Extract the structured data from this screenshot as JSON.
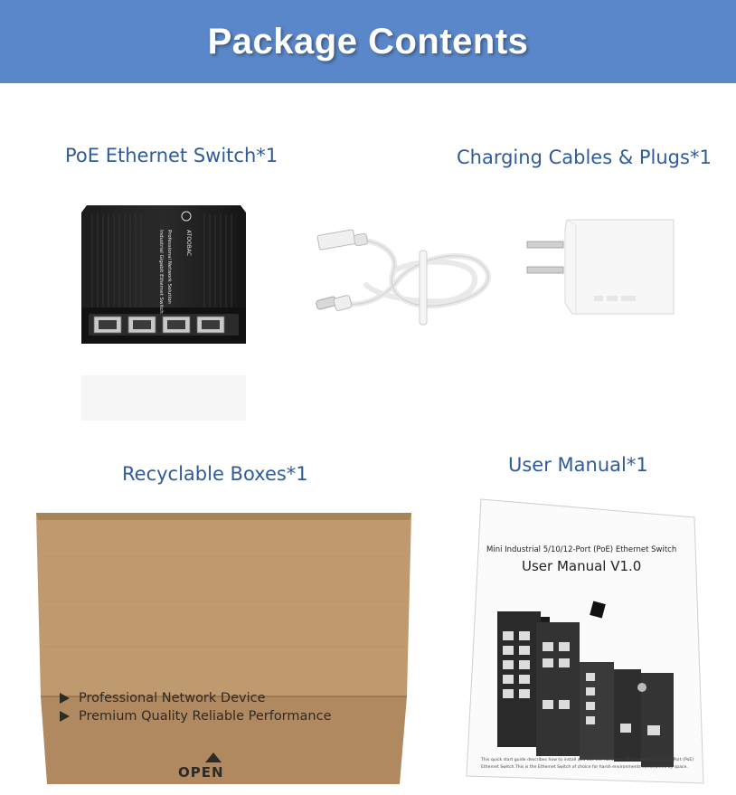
{
  "header": {
    "title": "Package Contents",
    "bg_color": "#5a87c9"
  },
  "items": {
    "switch": {
      "label": "PoE Ethernet Switch*1",
      "brand": "ATOOBAC",
      "desc_line1": "Professional Network Solution",
      "desc_line2": "Industrial Gigabit Ethernet Switch"
    },
    "cables": {
      "label": "Charging Cables & Plugs*1"
    },
    "boxes": {
      "label": "Recyclable Boxes*1",
      "line1": "Professional Network Device",
      "line2": "Premium Quality Reliable Performance",
      "open_label": "OPEN"
    },
    "manual": {
      "label": "User Manual*1",
      "subtitle": "Mini Industrial 5/10/12-Port (PoE) Ethernet Switch",
      "title": "User Manual V1.0",
      "footer_line1": "This quick start guide describes how to install and use the Hardened Mini Industrial 5/10/12-Port (PoE)",
      "footer_line2": "Ethernet Switch.This is the Ethernet Switch of choice for harsh environments constrained by space."
    }
  },
  "colors": {
    "label_text": "#2f5b9a",
    "box_cardboard": "#bf9a6e"
  }
}
